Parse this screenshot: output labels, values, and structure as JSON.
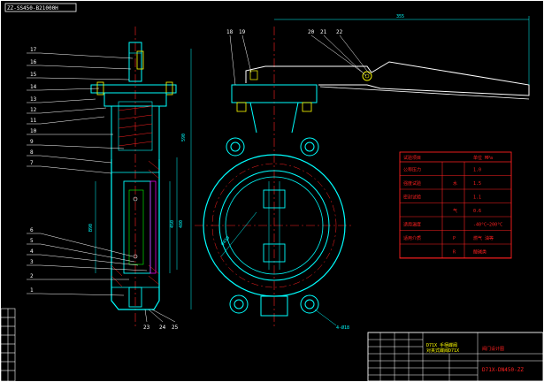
{
  "header": {
    "code": "ZZ-SS450-B21000H"
  },
  "balloons_left": [
    "17",
    "16",
    "15",
    "14",
    "13",
    "12",
    "11",
    "10",
    "9",
    "8",
    "7",
    "6",
    "5",
    "4",
    "3",
    "2",
    "1"
  ],
  "balloons_top": [
    "18",
    "19",
    "20",
    "21",
    "22"
  ],
  "balloons_bottom": [
    "23",
    "24",
    "25"
  ],
  "dim_labels": {
    "total_len": "355",
    "height": "590",
    "d1": "450",
    "d2": "480",
    "d3": "B90",
    "d4": "Ø450",
    "flange": "4-Ø18"
  },
  "pressure_table": {
    "title_left": "试验项目",
    "title_right": "单位 MPa",
    "rows": [
      {
        "label": "公称压力",
        "col2": "",
        "col3": "1.0"
      },
      {
        "label": "强度试验",
        "col2": "水",
        "col3": "1.5"
      },
      {
        "label": "密封试验",
        "col2": "",
        "col3": "1.1"
      },
      {
        "label": "",
        "col2": "气",
        "col3": "0.6"
      },
      {
        "label": "适用温度",
        "col2": "",
        "col3": "-40°C~200°C"
      },
      {
        "label": "适用介质",
        "col2": "P",
        "col3": "燃气 油等"
      },
      {
        "label": "",
        "col2": "R",
        "col3": "酸碱类"
      }
    ]
  },
  "title_block": {
    "name": "D71X 手柄蝶阀",
    "subname": "对夹式蝶阀D71X",
    "drawing_no": "D71X-DN450-ZZ",
    "unit": "阀门设计图"
  },
  "colors": {
    "cyan": "#00ffff",
    "red": "#ff2020",
    "yellow": "#ffff00",
    "white": "#ffffff",
    "green": "#00ff00",
    "magenta": "#ff00ff",
    "blue": "#3060ff"
  }
}
